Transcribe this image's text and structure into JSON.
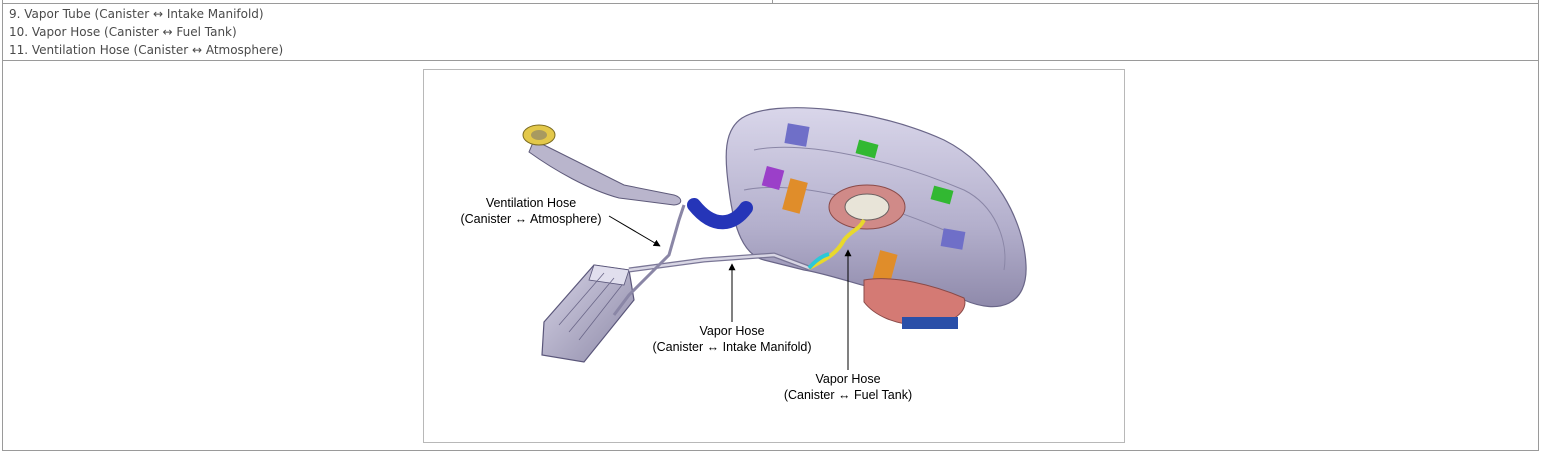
{
  "parts_list": [
    "9. Vapor Tube (Canister ↔ Intake Manifold)",
    "10. Vapor Hose (Canister ↔ Fuel Tank)",
    "11. Ventilation Hose (Canister ↔ Atmosphere)"
  ],
  "figure": {
    "callouts": {
      "ventilation_line1": "Ventilation Hose",
      "ventilation_line2": "(Canister ↔ Atmosphere)",
      "vapor_intake_line1": "Vapor Hose",
      "vapor_intake_line2": "(Canister ↔ Intake Manifold)",
      "vapor_tank_line1": "Vapor Hose",
      "vapor_tank_line2": "(Canister ↔ Fuel Tank)"
    }
  }
}
